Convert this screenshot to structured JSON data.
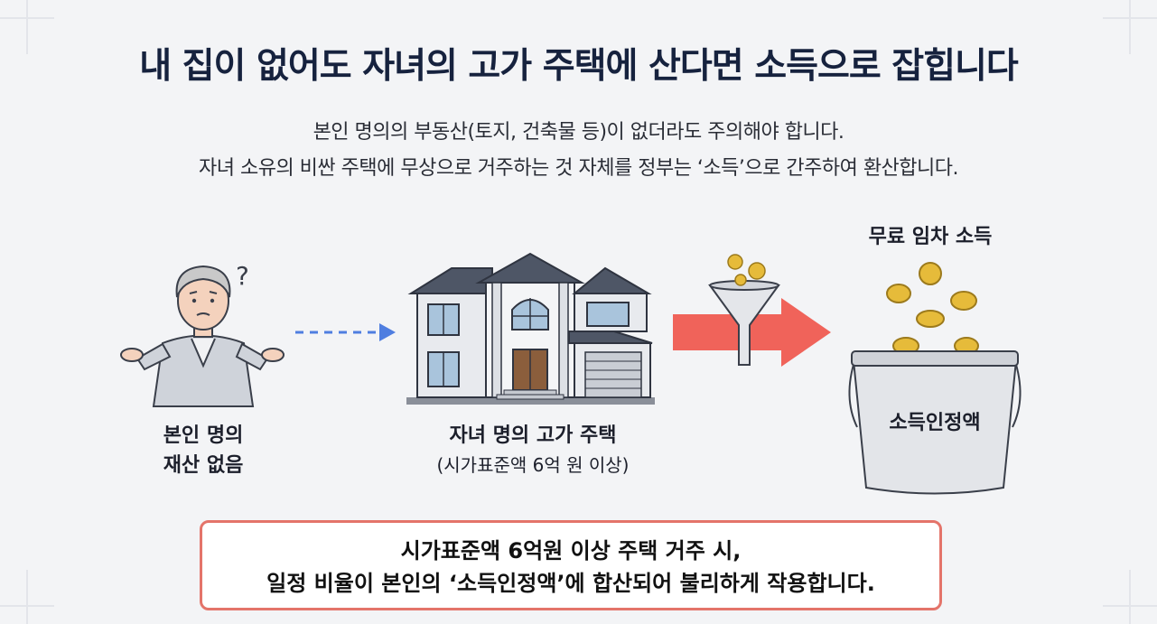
{
  "title": "내 집이 없어도 자녀의 고가 주택에 산다면 소득으로 잡힙니다",
  "subtitle": {
    "line1": "본인 명의의 부동산(토지, 건축물 등)이 없더라도 주의해야 합니다.",
    "line2": "자녀 소유의 비싼 주택에 무상으로 거주하는 것 자체를 정부는 ‘소득’으로 간주하여 환산합니다."
  },
  "person": {
    "label_line1": "본인 명의",
    "label_line2": "재산 없음",
    "question_mark": "?"
  },
  "house": {
    "label_line1": "자녀 명의 고가 주택",
    "label_line2": "(시가표준액 6억 원 이상)"
  },
  "income": {
    "top_label": "무료 임차 소득",
    "bucket_label": "소득인정액"
  },
  "callout": {
    "line1": "시가표준액 6억원 이상 주택 거주 시,",
    "line2": "일정 비율이 본인의 ‘소득인정액’에 합산되어 불리하게 작용합니다."
  },
  "colors": {
    "title": "#16223e",
    "dashed_arrow": "#4f7ee0",
    "red_arrow": "#f0635a",
    "callout_border": "#e4746a",
    "coin": "#e6bb3a"
  },
  "icons": [
    "elderly-person-icon",
    "house-icon",
    "funnel-icon",
    "coin-icon",
    "bucket-icon"
  ]
}
